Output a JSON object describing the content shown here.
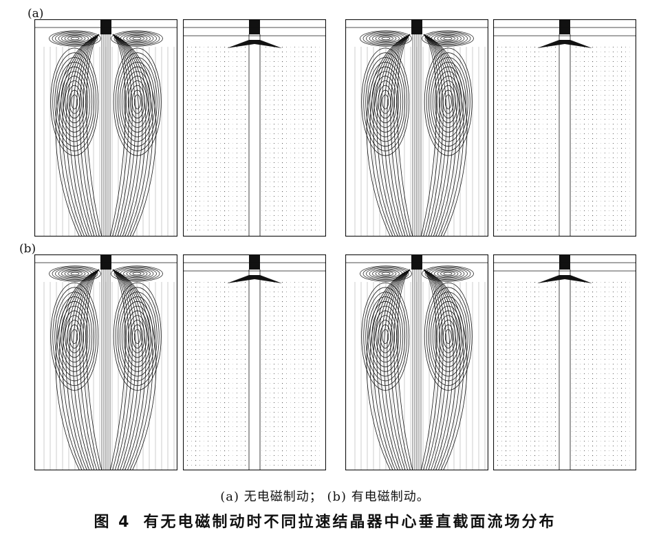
{
  "rows": [
    {
      "label": "(a)"
    },
    {
      "label": "(b)"
    }
  ],
  "caption": {
    "sub": "(a) 无电磁制动； (b) 有电磁制动。",
    "figure_number": "图 4",
    "title": "有无电磁制动时不同拉速结晶器中心垂直截面流场分布"
  },
  "colors": {
    "line": "#111111",
    "background": "#ffffff"
  }
}
